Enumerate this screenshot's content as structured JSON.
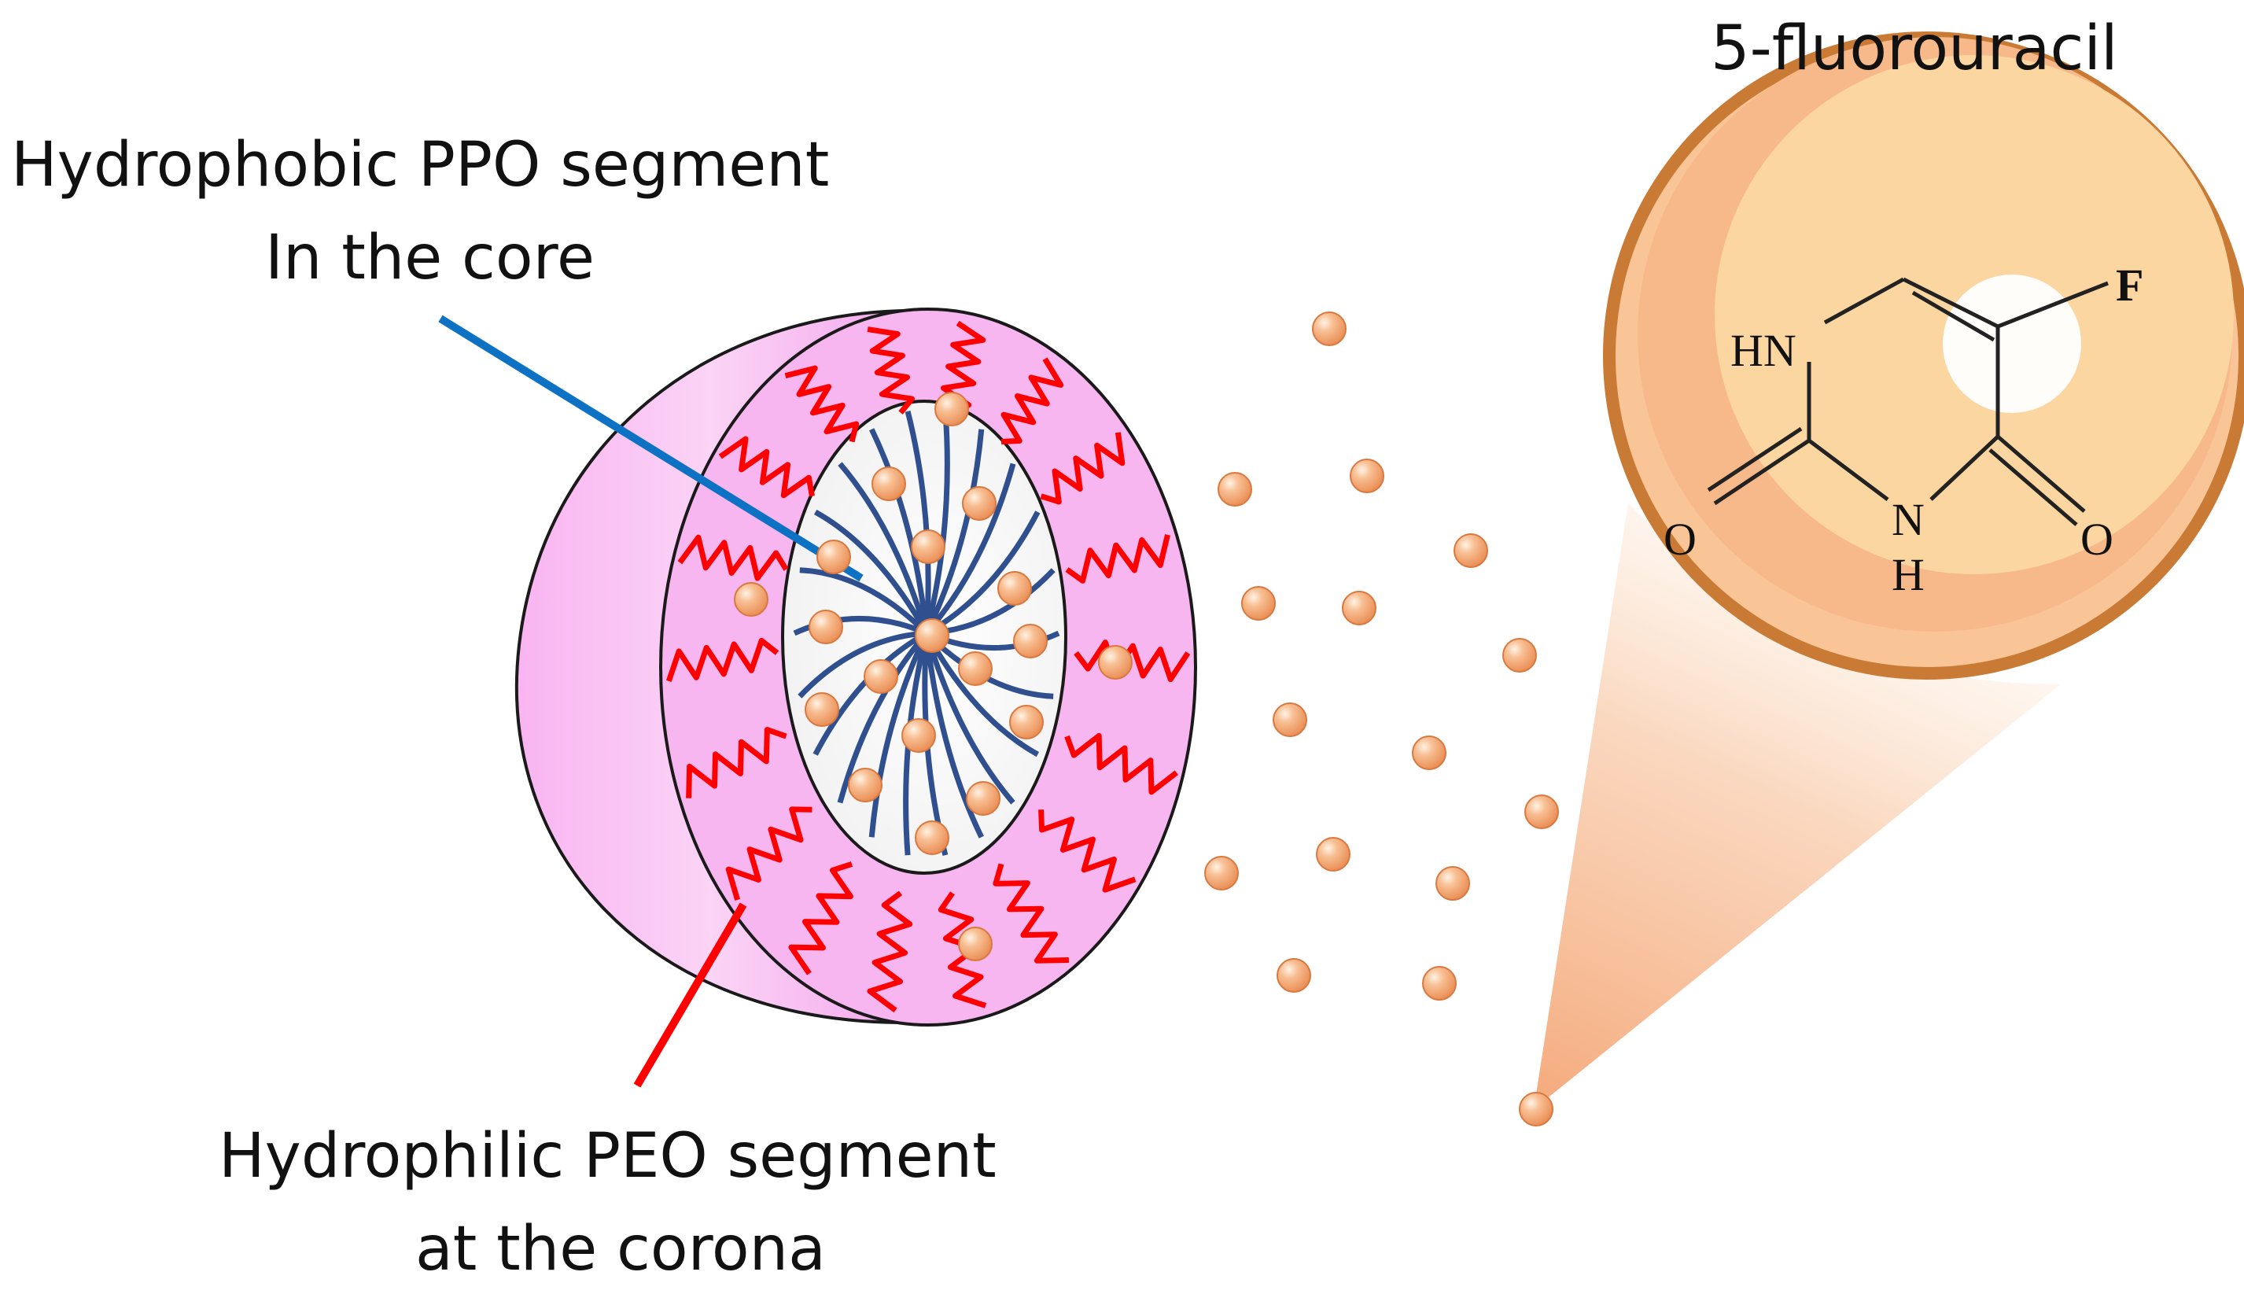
{
  "labels": {
    "ppo_line1": "Hydrophobic PPO segment",
    "ppo_line2": "In the core",
    "peo_line1": "Hydrophilic PEO segment",
    "peo_line2": "at the corona",
    "drug_name": "5-fluorouracil"
  },
  "molecule": {
    "atom_f": "F",
    "atom_hn": "HN",
    "atom_n": "N",
    "atom_h": "H",
    "atom_o_left": "O",
    "atom_o_right": "O"
  },
  "colors": {
    "ppo_chains": "#2f4f8f",
    "peo_chains": "#ff0000",
    "ppo_pointer": "#0e72c4",
    "peo_pointer": "#ff0000",
    "drug_particle": "#f4a574",
    "corona_fill": "#f7b6ef",
    "zoom_ring": "#c97a35",
    "zoom_fill": "#fcd6a0"
  }
}
